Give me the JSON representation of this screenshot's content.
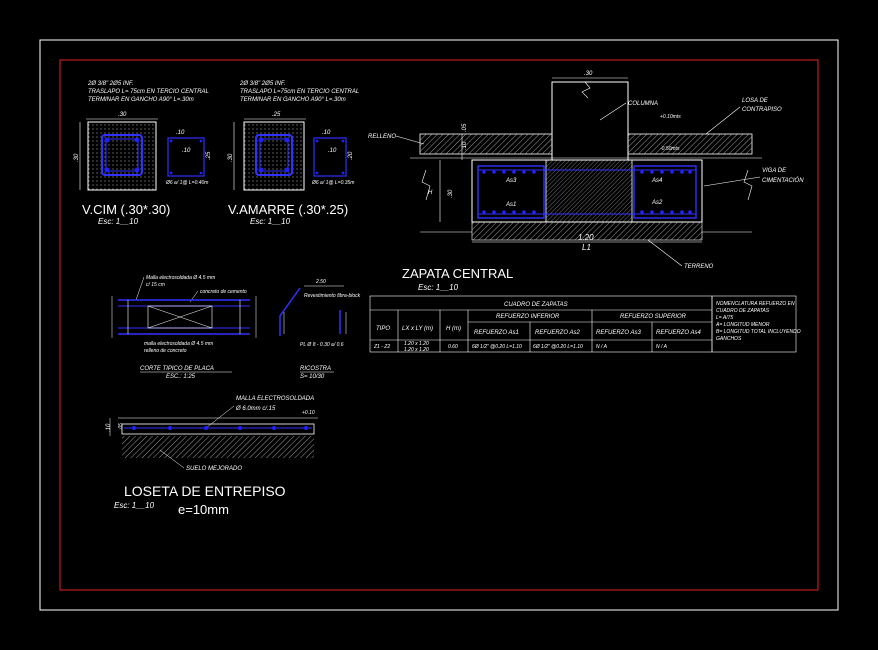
{
  "colors": {
    "background": "#000000",
    "border_outer": "#ffffff",
    "border_inner": "#e02020",
    "rebar": "#3030ff",
    "rebar_dots": "#2020ff",
    "hatch": "#9a9a9a",
    "text": "#ffffff"
  },
  "vcim": {
    "title": "V.CIM (.30*.30)",
    "scale": "Esc: 1__10",
    "note1": "2Ø 3/8\" 2Ø5 INF.",
    "note2": "TRASLAPO L= 75cm EN TERCIO CENTRAL",
    "note3": "TERMINAR EN GANCHO A90° L=.30m",
    "dim_top": ".30",
    "dim_side": ".30",
    "dim_small_top": ".10",
    "dim_small_mid": ".10",
    "dim_small_side": ".25",
    "stirrup": "Ø6 a/ 1@ L=0.40m"
  },
  "vamarre": {
    "title": "V.AMARRE (.30*.25)",
    "scale": "Esc: 1__10",
    "note1": "2Ø 3/8\" 2Ø5 INF.",
    "note2": "TRASLAPO L=75cm EN TERCIO CENTRAL",
    "note3": "TERMINAR EN GANCHO A90° L=.30m",
    "dim_top": ".25",
    "dim_side": ".30",
    "dim_small_top": ".10",
    "dim_small_mid": ".10",
    "dim_small_side": ".20",
    "stirrup": "Ø6 a/ 1@ L=0.35m"
  },
  "zapata": {
    "title": "ZAPATA CENTRAL",
    "scale": "Esc: 1__10",
    "dim_col": ".30",
    "columna": "COLUMNA",
    "losa": "LOSA DE",
    "contrapiso": "CONTRAPISO",
    "relleno": "RELLENO",
    "viga1": "VIGA DE",
    "viga2": "CIMENTACIÓN",
    "terreno": "TERRENO",
    "as3": "As3",
    "as1": "As1",
    "as4": "As4",
    "as2": "As2",
    "dim_width": "1.20",
    "dim_l1": "L1",
    "dim_h": "H",
    "dim_30": ".30",
    "dim_10": ".10",
    "dim_05": ".05",
    "level_top": "+0.10mts",
    "level_bot": "-0.50mts"
  },
  "table": {
    "title": "CUADRO DE ZAPATAS",
    "col_tipo": "TIPO",
    "col_lxly": "LX x LY (m)",
    "col_h": "H (m)",
    "group_inf": "REFUERZO INFERIOR",
    "group_sup": "REFUERZO SUPERIOR",
    "col_as1": "REFUERZO As1",
    "col_as2": "REFUERZO As2",
    "col_as3": "REFUERZO As3",
    "col_as4": "REFUERZO As4",
    "row_tipo": "Z1 - Z2",
    "row_lx": "1.20 x 1.20",
    "row_ly": "1.20 x 1.20",
    "row_h": "0.60",
    "row_as1": "6Ø 1/2\" @0.20 L=1.10",
    "row_as2": "6Ø 1/2\" @0.20 L=1.10",
    "row_as3": "N / A",
    "row_as4": "N / A",
    "note1": "NOMENCLATURA REFUERZO EN",
    "note2": "CUADRO DE ZAPATAS",
    "note3": "L= A/75",
    "note4": "A= LONGITUD MENOR",
    "note5": "B= LONGITUD TOTAL INCLUYENDO",
    "note6": "GANCHOS"
  },
  "placa": {
    "title": "CORTE TIPICO DE PLACA",
    "scale": "ESC.: 1:25",
    "note_top1": "Malla electrosoldada Ø 4.5 mm",
    "note_top2": "c/ 15 cm",
    "note_top3": "concreto de cemento",
    "note_bot1": "malla electrosoldada Ø 4.5 mm",
    "note_bot2": "relleno de concreto"
  },
  "ricostra": {
    "title": "RICOSTRA",
    "scale": "S= 10/30",
    "dim": "2.50",
    "note1": "Revestimiento fibra-block",
    "note2": "PL Ø 8 - 0.30 a/ 0.6"
  },
  "loseta": {
    "title": "LOSETA DE ENTREPISO",
    "scale": "Esc: 1__10",
    "thickness": "e=10mm",
    "malla": "MALLA ELECTROSOLDADA",
    "malla2": "Ø 6.0mm c/.15",
    "suelo": "SUELO MEJORADO",
    "level": "+0.10",
    "dim_10": ".10",
    "dim_05": ".05"
  }
}
